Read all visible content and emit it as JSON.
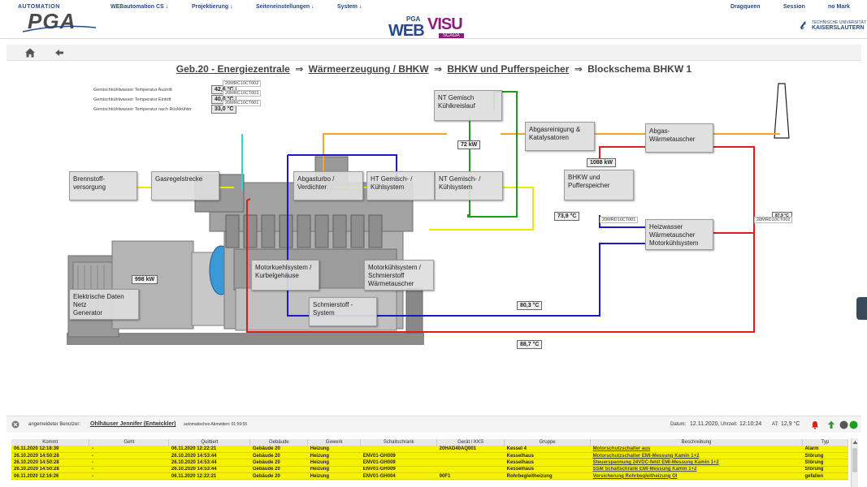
{
  "header": {
    "logo_small": "AUTOMATION",
    "logo_big": "PGA",
    "nav": [
      {
        "label": "WEBautomation CS ↓"
      },
      {
        "label": "Projektierung ↓"
      },
      {
        "label": "Seiteneinstellungen ↓"
      },
      {
        "label": "System ↓"
      }
    ],
    "right_nav": [
      {
        "label": "Dragqueen"
      },
      {
        "label": "Session"
      },
      {
        "label": "no Mark"
      }
    ],
    "webvisu": {
      "pga": "PGA",
      "web": "WEB",
      "visu": "VISU",
      "scada": "SCADA"
    },
    "tu_logo": {
      "line1": "TECHNISCHE UNIVERSITÄT",
      "line2": "KAISERSLAUTERN"
    }
  },
  "toolbar": {
    "home_icon": "home-icon",
    "back_icon": "arrow-left-icon"
  },
  "breadcrumb": {
    "root": "Geb.20 - Energiezentrale",
    "items": [
      "Wärmeerzeugung / BHKW",
      "BHKW und Pufferspeicher"
    ],
    "current": "Blockschema BHKW 1",
    "separator": "⇒"
  },
  "sensors": [
    {
      "label": "Gemischkühlwasser Temperatur Austritt",
      "value": "42,6 °C",
      "tag": "20MRC10CT002"
    },
    {
      "label": "Gemischkühlwasser Temperatur Eintritt",
      "value": "40,0 °C",
      "tag": "20MRC10CT003"
    },
    {
      "label": "Gemischkühlwasser Temperatur nach Rückkühler",
      "value": "33,0 °C",
      "tag": "20MRC10CT001"
    }
  ],
  "nodes": {
    "brennstoff": [
      "Brennstoff-",
      "versorgung"
    ],
    "gasregel": [
      "Gasregelstrecke"
    ],
    "abgasturbo": [
      "Abgasturbo /",
      "Verdichter"
    ],
    "ht_gemisch": [
      "HT Gemisch- /",
      "Kühlsystem"
    ],
    "nt_gemisch": [
      "NT Gemisch- /",
      "Kühlsystem"
    ],
    "nt_kuehlkreis": [
      "NT Gemisch",
      "Kühlkreislauf"
    ],
    "abgasreinigung": [
      "Abgasreinigung &",
      "Katalysatoren"
    ],
    "abgas_waermetauscher": [
      "Abgas-",
      "Wärmetauscher"
    ],
    "bhkw_puffer": [
      "BHKW und",
      "Pufferspeicher"
    ],
    "heizwasser": [
      "Heizwasser",
      "Wärmetauscher",
      "Motorkühlsystem"
    ],
    "motorkuehl_kurbel": [
      "Motorkuehlsystem /",
      "Kurbelgehäuse"
    ],
    "motorkuehl_schmier": [
      "Motorkühlsystem /",
      "Schmierstoff",
      "Wärmetauscher"
    ],
    "schmierstoff": [
      "Schmierstoff -",
      "System"
    ],
    "elektrische": [
      "Elektrische Daten",
      "Netz",
      "Generator"
    ]
  },
  "measurements": {
    "kw_72": "72 kW",
    "kw_1088": "1088 kW",
    "kw_998": "998 kW",
    "temp_739": "73,9 °C",
    "temp_803": "80,3 °C",
    "temp_887": "88,7 °C",
    "temp_hidden": "87,9 °C"
  },
  "kks_tags": {
    "t1": "20MRD10CT001",
    "t2": "20MRD10CT002"
  },
  "colors": {
    "blue": "#1a1acc",
    "red": "#e01b1b",
    "orange": "#f5a623",
    "yellow": "#f2e600",
    "green": "#1e9b1e",
    "cyan": "#2fd0e0",
    "alarm_row": "#f7f200"
  },
  "alarm_bar": {
    "user_label": "angemeldeter Benutzer:",
    "user_name": "Ohlhäuser Jennifer (Entwickler)",
    "auto_logout": "automatisches Abmelden: 01:59:55",
    "date_label": "Datum:",
    "date_value": "12.11.2020,",
    "time_label": "Uhrzeit:",
    "time_value": "12:10:24",
    "at_label": "AT:",
    "at_value": "12,9 °C"
  },
  "alarm_table": {
    "columns": [
      "Kommt",
      "Geht",
      "Quittiert",
      "Gebäude",
      "Gewerk",
      "Schaltschrank",
      "Gerät / KKS",
      "Gruppe",
      "Beschreibung",
      "Typ"
    ],
    "rows": [
      [
        "06.11.2020 12:18:39",
        "-",
        "06.11.2020 12:22:21",
        "Gebäude 20",
        "Heizung",
        "",
        "20HAD40AQ001",
        "Kessel 4",
        "Motorschutzschalter aus",
        "Alarm"
      ],
      [
        "26.10.2020 14:50:28",
        "-",
        "26.10.2020 14:53:44",
        "Gebäude 20",
        "Heizung",
        "ENV01-GH009",
        "",
        "Kesselhaus",
        "Motorschutzschalter EMI-Messung Kamin 1+2",
        "Störung"
      ],
      [
        "26.10.2020 14:50:28",
        "-",
        "26.10.2020 14:53:44",
        "Gebäude 20",
        "Heizung",
        "ENV01-GH009",
        "",
        "Kesselhaus",
        "Steuerspannung 24VDC-fehlt EMI-Messung Kamin 1+2",
        "Störung"
      ],
      [
        "26.10.2020 14:50:28",
        "-",
        "26.10.2020 14:53:44",
        "Gebäude 20",
        "Heizung",
        "ENV01-GH009",
        "",
        "Kesselhaus",
        "SSM Schaltschrank EMI-Messung Kamin 1+2",
        "Störung"
      ],
      [
        "06.11.2020 12:16:26",
        "-",
        "06.11.2020 12:22:21",
        "Gebäude 20",
        "Heizung",
        "ENV01-GH004",
        "90F1",
        "Rohrbegleitheizung",
        "Vorsicherung Rohrbegleitheizung Öl",
        "gefallen"
      ]
    ]
  }
}
